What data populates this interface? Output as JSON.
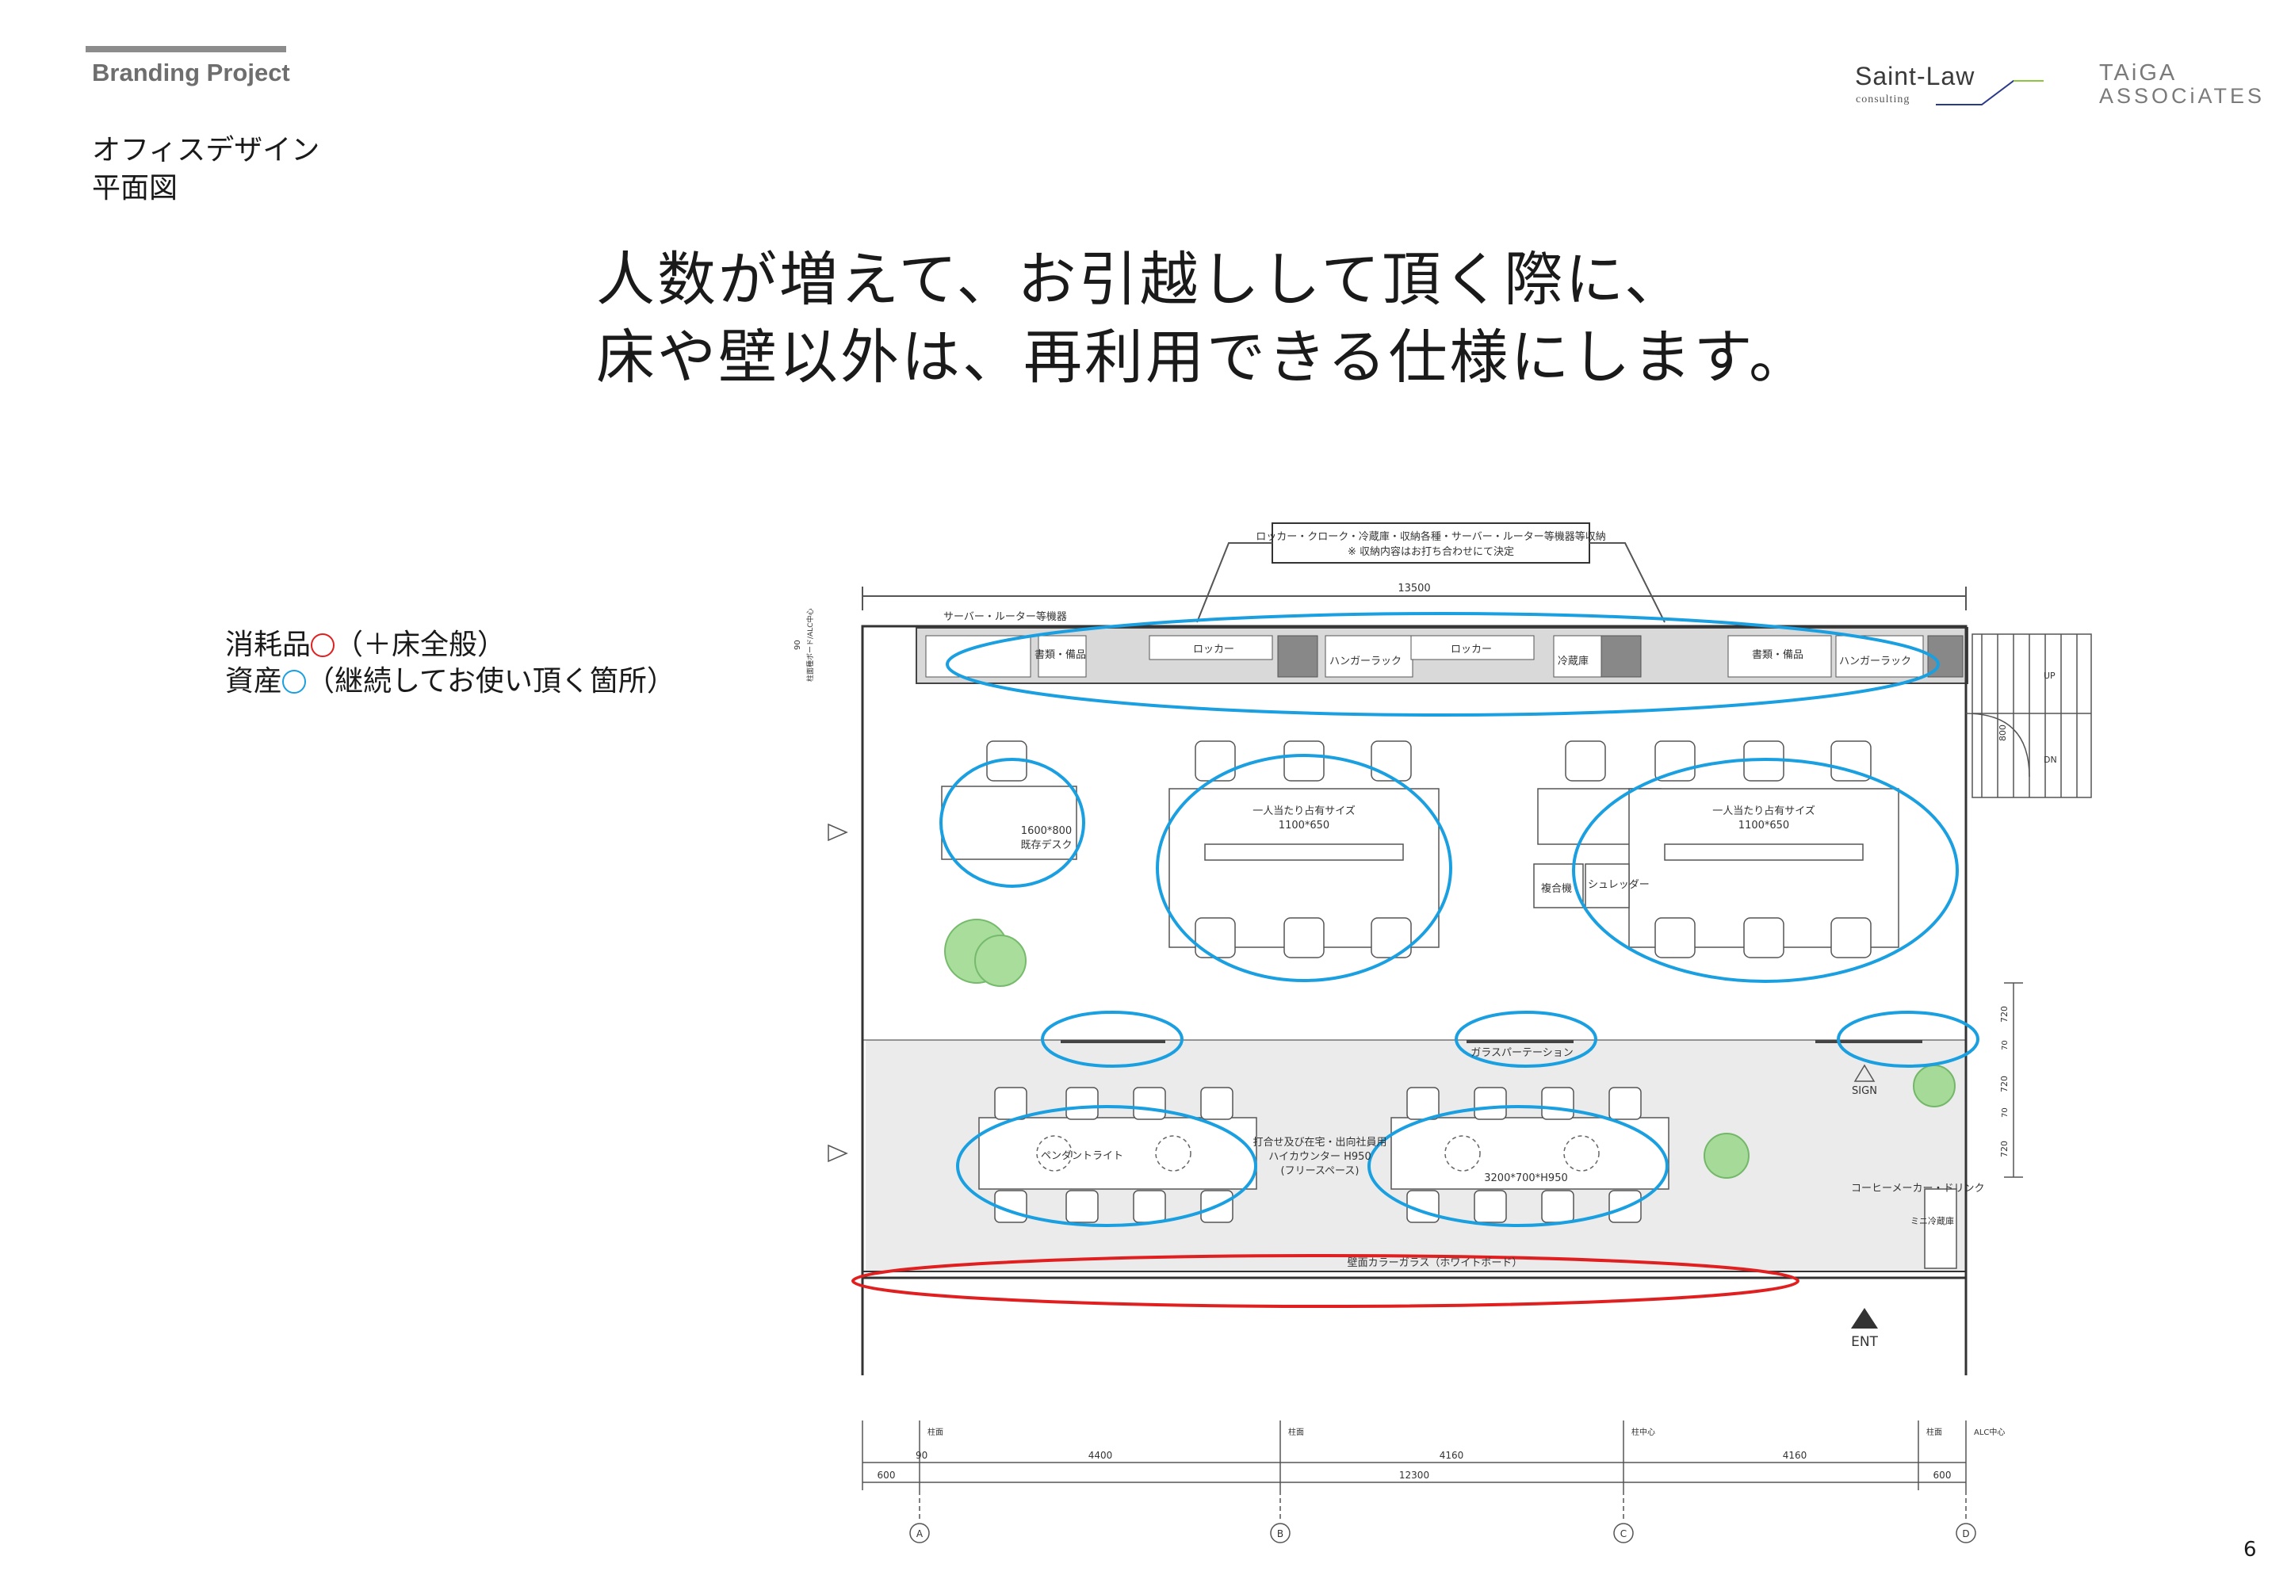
{
  "header": {
    "project": "Branding Project",
    "section_line1": "オフィスデザイン",
    "section_line2": "平面図"
  },
  "logos": {
    "saint_law": "Saint-Law",
    "saint_law_sub": "consulting",
    "taiga_line1": "TAiGA",
    "taiga_line2": "ASSOCiATES"
  },
  "headline": {
    "line1": "人数が増えて、お引越しして頂く際に、",
    "line2": "床や壁以外は、再利用できる仕様にします。"
  },
  "legend": {
    "consumable_label": "消耗品",
    "consumable_note": "（＋床全般）",
    "asset_label": "資産",
    "asset_note": "（継続してお使い頂く箇所）",
    "consumable_color": "#e02020",
    "asset_color": "#1a9fe0"
  },
  "plan": {
    "storage_callout_1": "ロッカー・クローク・冷蔵庫・収納各種・サーバー・ルーター等機器等収納",
    "storage_callout_2": "※ 収納内容はお打ち合わせにて決定",
    "server_label": "サーバー・ルーター等機器",
    "dim_top": "13500",
    "storage_books_1": "書類・備品",
    "storage_locker_1": "ロッカー",
    "hanger_1": "ハンガーラック",
    "storage_locker_2": "ロッカー",
    "fridge": "冷蔵庫",
    "storage_books_2": "書類・備品",
    "hanger_2": "ハンガーラック",
    "existing_desk_size": "1600*800",
    "existing_desk": "既存デスク",
    "per_person_1": "一人当たり占有サイズ",
    "per_person_size_1": "1100*650",
    "per_person_2": "一人当たり占有サイズ",
    "per_person_size_2": "1100*650",
    "copier": "複合機",
    "shredder": "シュレッダー",
    "glass_partition": "ガラスパーテーション",
    "sign": "SIGN",
    "pendant_light": "ペンダントライト",
    "hi_counter_1": "打合せ及び在宅・出向社員用",
    "hi_counter_2": "ハイカウンター H950",
    "hi_counter_3": "(フリースペース)",
    "counter_size": "3200*700*H950",
    "coffee": "コーヒーメーカー・ドリンク",
    "mini_fridge": "ミニ冷蔵庫",
    "wall_glass": "壁面カラーガラス（ホワイトボード）",
    "ent": "ENT",
    "up": "UP",
    "dn": "DN",
    "door_800": "800",
    "dim_90": "90",
    "dim_4400": "4400",
    "dim_4160_a": "4160",
    "dim_4160_b": "4160",
    "dim_12300": "12300",
    "dim_600_l": "600",
    "dim_600_r": "600",
    "dim_720_1": "720",
    "dim_720_2": "720",
    "dim_720_3": "720",
    "dim_70_1": "70",
    "dim_70_2": "70",
    "col_center_1": "柱面",
    "col_center_2": "柱面",
    "col_center_3": "柱中心",
    "col_center_4": "柱面",
    "alc": "ALC中心",
    "axis_a": "A",
    "axis_b": "B",
    "axis_c": "C",
    "axis_d": "D",
    "side_note": "柱面種ボード/ALC中心"
  },
  "page_number": "6"
}
